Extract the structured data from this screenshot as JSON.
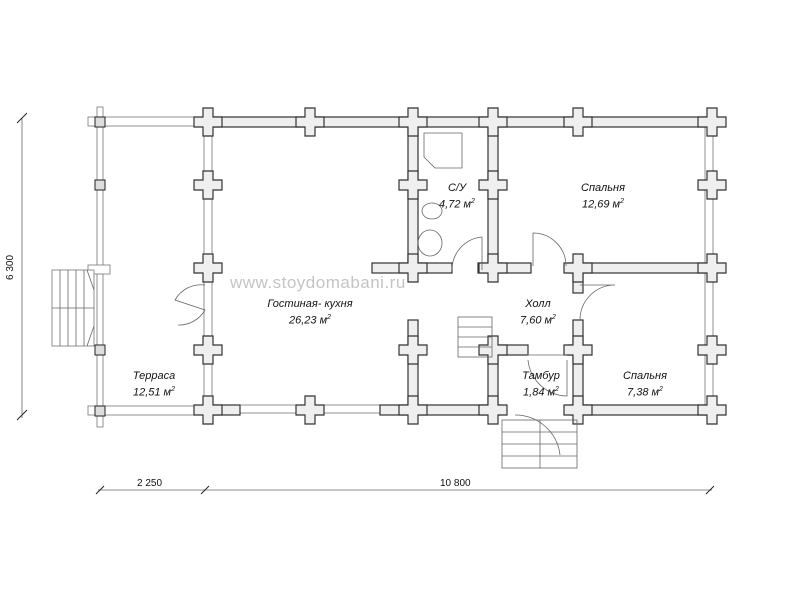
{
  "watermark": "www.stoydomabani.ru",
  "rooms": [
    {
      "name": "Терраса",
      "area": "12,51 м",
      "sup": "2"
    },
    {
      "name": "Гостиная- кухня",
      "area": "26,23 м",
      "sup": "2"
    },
    {
      "name": "С/У",
      "area": "4,72 м",
      "sup": "2"
    },
    {
      "name": "Спальня",
      "area": "12,69 м",
      "sup": "2"
    },
    {
      "name": "Холл",
      "area": "7,60 м",
      "sup": "2"
    },
    {
      "name": "Тамбур",
      "area": "1,84 м",
      "sup": "2"
    },
    {
      "name": "Спальня",
      "area": "7,38 м",
      "sup": "2"
    }
  ],
  "dimensions": {
    "height": "6 300",
    "terrace_width": "2 250",
    "house_width": "10 800"
  }
}
